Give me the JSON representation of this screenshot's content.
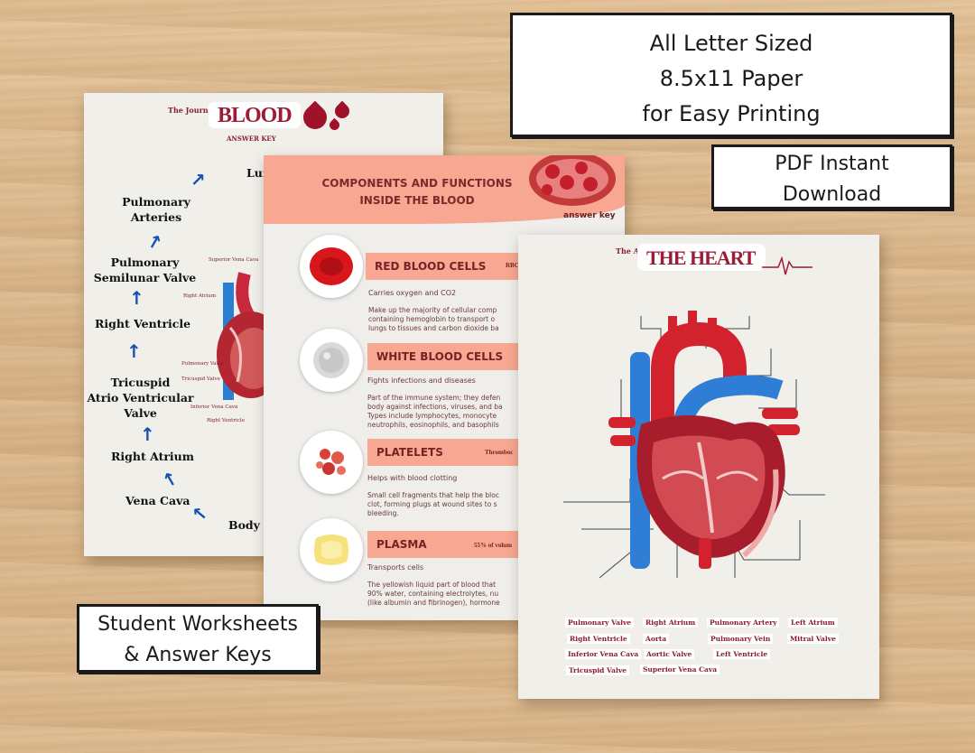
{
  "colors": {
    "maroon": "#9c1c36",
    "salmon": "#f7a792",
    "arrow_blue": "#1450b6",
    "paper": "#f1efe9",
    "wood": "#d9b58a"
  },
  "callouts": {
    "letter": [
      "All Letter Sized",
      "8.5x11 Paper",
      "for Easy Printing"
    ],
    "pdf": [
      "PDF Instant",
      "Download"
    ],
    "student": [
      "Student Worksheets",
      "& Answer Keys"
    ]
  },
  "blood_sheet": {
    "title_small": "The Journey of",
    "title_big": "BLOOD",
    "answer_key": "ANSWER KEY",
    "steps": {
      "lungs": "Lun",
      "pulmonary_arteries": [
        "Pulmonary",
        "Arteries"
      ],
      "pulmonary_semilunar": [
        "Pulmonary",
        "Semilunar Valve"
      ],
      "right_ventricle": "Right Ventricle",
      "tricuspid": [
        "Tricuspid",
        "Atrio Ventricular",
        "Valve"
      ],
      "right_atrium": "Right Atrium",
      "vena_cava": "Vena Cava",
      "body": "Body T"
    },
    "side_labels": [
      "Superior Vena Cava",
      "Right Atrium",
      "Pulmonary Valve",
      "Tricuspid Valve",
      "Inferior Vena Cava",
      "Right Ventricle"
    ]
  },
  "components_sheet": {
    "title": [
      "COMPONENTS  AND FUNCTIONS",
      "INSIDE THE BLOOD"
    ],
    "answer_key": "answer key",
    "items": [
      {
        "name": "RED BLOOD CELLS",
        "tag": "RBC",
        "line1": "Carries oxygen and CO2",
        "para": [
          "Make up the majority of cellular comp",
          "containing hemoglobin to transport o",
          "lungs to tissues and carbon dioxide ba"
        ]
      },
      {
        "name": "WHITE BLOOD CELLS",
        "tag": "",
        "line1": "Fights infections and diseases",
        "para": [
          "Part of the immune system; they defen",
          "body against infections, viruses, and ba",
          "Types include lymphocytes, monocyte",
          "neutrophils, eosinophils, and basophils"
        ]
      },
      {
        "name": "PLATELETS",
        "tag": "Thromboc",
        "line1": "Helps with blood clotting",
        "para": [
          "Small cell fragments that help the bloc",
          "clot, forming plugs at wound sites to s",
          "bleeding."
        ]
      },
      {
        "name": "PLASMA",
        "tag": "55% of volum",
        "line1": "Transports cells",
        "para": [
          "The yellowish liquid part of blood that",
          "90% water, containing electrolytes, nu",
          "(like albumin and fibrinogen), hormone"
        ]
      }
    ]
  },
  "heart_sheet": {
    "title_small": "The Anatomy of",
    "title_big": "THE HEART",
    "terms": {
      "pulmonary_valve": "Pulmonary Valve",
      "right_atrium": "Right Atrium",
      "pulmonary_artery": "Pulmonary Artery",
      "left_atrium": "Left Atrium",
      "right_ventricle": "Right Ventricle",
      "aorta": "Aorta",
      "pulmonary_vein": "Pulmonary Vein",
      "mitral_valve": "Mitral Valve",
      "inferior_vena_cava": "Inferior Vena Cava",
      "aortic_valve": "Aortic Valve",
      "left_ventricle": "Left Ventricle",
      "tricuspid_valve": "Tricuspid Valve",
      "superior_vena_cava": "Superior Vena Cava"
    }
  }
}
